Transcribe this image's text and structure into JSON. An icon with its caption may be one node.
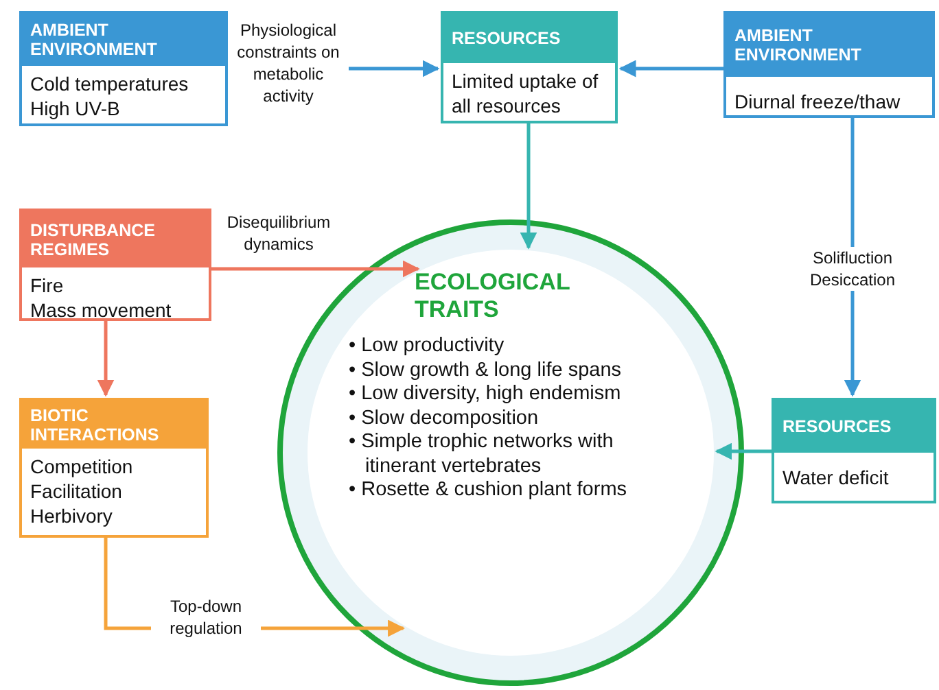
{
  "diagram": {
    "nodes": [
      {
        "text": [
          "AMBIENT ENVIRONMENT",
          "Cold temperatures",
          "High UV-B"
        ]
      },
      {
        "text": [
          "RESOURCES",
          "Limited uptake of all resources"
        ]
      },
      {
        "text": [
          "AMBIENT ENVIRONMENT",
          "Diurnal freeze/thaw"
        ]
      },
      {
        "text": [
          "DISTURBANCE REGIMES",
          "Fire",
          "Mass movement"
        ]
      },
      {
        "text": [
          "ECOLOGICAL TRAITS",
          "• Low productivity",
          "• Slow growth & long life spans",
          "• Low diversity, high endemism",
          "• Slow decomposition",
          "• Simple trophic networks with itinerant vertebrates",
          "• Rosette & cushion plant forms"
        ]
      },
      {
        "text": [
          "BIOTIC INTERACTIONS",
          "Competition",
          "Facilitation",
          "Herbivory"
        ]
      },
      {
        "text": [
          "RESOURCES",
          "Water deficit"
        ]
      }
    ],
    "edges": [
      {
        "from": 0,
        "to": 1,
        "arrow": "to",
        "label": "Physiological constraints on metabolic activity",
        "color": "#3a97d4"
      },
      {
        "from": 2,
        "to": 1,
        "arrow": "to",
        "color": "#3a97d4"
      },
      {
        "from": 1,
        "to": 4,
        "arrow": "to",
        "color": "#36b5b0"
      },
      {
        "from": 2,
        "to": 6,
        "arrow": "to",
        "label": "Solifluction Desiccation",
        "color": "#3a97d4"
      },
      {
        "from": 3,
        "to": 4,
        "arrow": "to",
        "label": "Disequilibrium dynamics",
        "color": "#ee765e"
      },
      {
        "from": 3,
        "to": 5,
        "arrow": "to",
        "color": "#ee765e"
      },
      {
        "from": 5,
        "to": 4,
        "arrow": "to",
        "label": "Top-down regulation",
        "color": "#f5a33a"
      },
      {
        "from": 6,
        "to": 4,
        "arrow": "to",
        "color": "#36b5b0"
      }
    ]
  }
}
